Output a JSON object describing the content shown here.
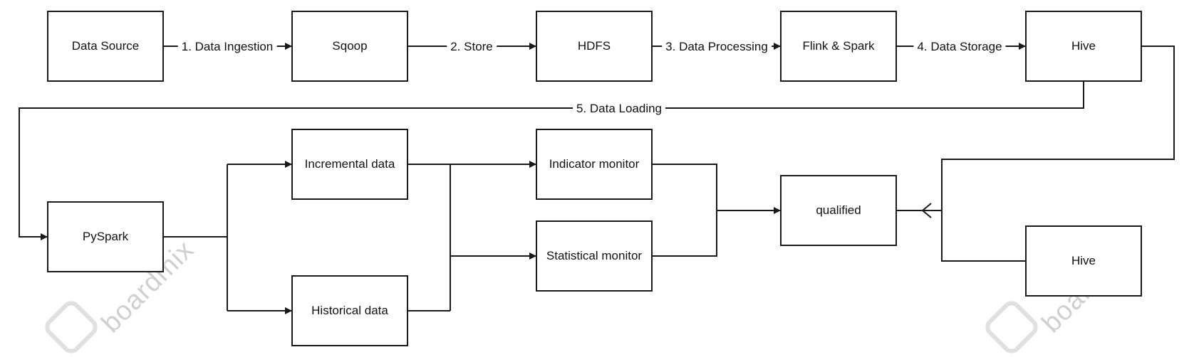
{
  "nodes": {
    "data_source": "Data Source",
    "sqoop": "Sqoop",
    "hdfs": "HDFS",
    "flink_spark": "Flink & Spark",
    "hive_top": "Hive",
    "pyspark": "PySpark",
    "incremental": "Incremental data",
    "historical": "Historical data",
    "indicator": "Indicator monitor",
    "statistical": "Statistical monitor",
    "qualified": "qualified",
    "hive_bottom": "Hive"
  },
  "edges": {
    "e1": "1. Data Ingestion",
    "e2": "2. Store",
    "e3": "3. Data Processing",
    "e4": "4. Data Storage",
    "e5": "5. Data Loading"
  },
  "watermark": "boardmix",
  "colors": {
    "line": "#1a1a1a",
    "box_border": "#1a1a1a",
    "watermark": "#d0d0d0"
  }
}
